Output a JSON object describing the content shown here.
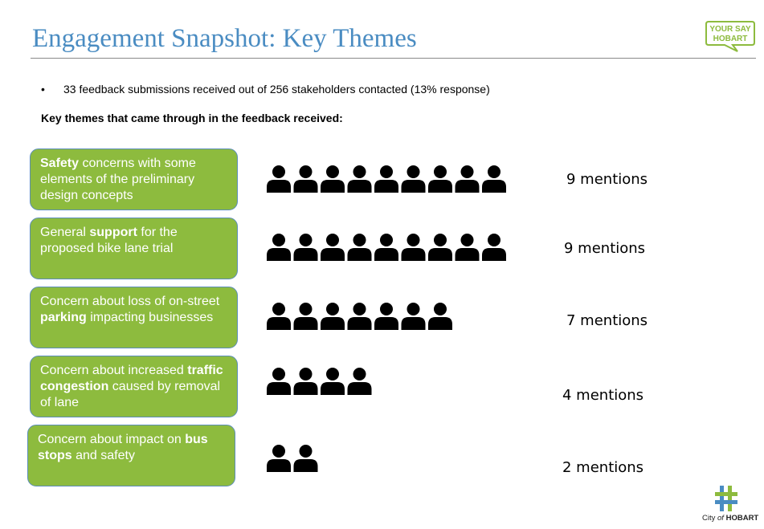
{
  "slide": {
    "title": "Engagement Snapshot: Key Themes",
    "bullet": "33 feedback submissions received out of 256 stakeholders contacted (13% response)",
    "subheading": "Key themes that came through in the feedback received:"
  },
  "logos": {
    "your_say": {
      "line1": "YOUR SAY",
      "line2": "HOBART",
      "color": "#8dbb3e"
    },
    "city": {
      "prefix": "City",
      "of": "of",
      "name": "HOBART",
      "colors": [
        "#4a8cc2",
        "#8dbb3e"
      ]
    }
  },
  "themes": [
    {
      "parts": [
        {
          "t": "Safety",
          "b": true
        },
        {
          "t": " concerns with some elements of the preliminary design concepts",
          "b": false
        }
      ],
      "count": 9,
      "mentions_label": "9 mentions"
    },
    {
      "parts": [
        {
          "t": "General ",
          "b": false
        },
        {
          "t": "support",
          "b": true
        },
        {
          "t": " for the proposed bike lane trial",
          "b": false
        }
      ],
      "count": 9,
      "mentions_label": "9 mentions"
    },
    {
      "parts": [
        {
          "t": "Concern about loss of on-street ",
          "b": false
        },
        {
          "t": "parking",
          "b": true
        },
        {
          "t": " impacting businesses",
          "b": false
        }
      ],
      "count": 7,
      "mentions_label": "7 mentions"
    },
    {
      "parts": [
        {
          "t": "Concern about increased ",
          "b": false
        },
        {
          "t": "traffic congestion",
          "b": true
        },
        {
          "t": " caused by removal of lane",
          "b": false
        }
      ],
      "count": 4,
      "mentions_label": "4 mentions"
    },
    {
      "parts": [
        {
          "t": "Concern about impact on ",
          "b": false
        },
        {
          "t": "bus stops",
          "b": true
        },
        {
          "t": " and safety",
          "b": false
        }
      ],
      "count": 2,
      "mentions_label": "2 mentions"
    }
  ],
  "colors": {
    "title": "#4a8cc2",
    "box_fill": "#8dbb3e",
    "box_border": "#5b8db8",
    "icon": "#000000"
  },
  "icons": {
    "person": "person-icon"
  }
}
